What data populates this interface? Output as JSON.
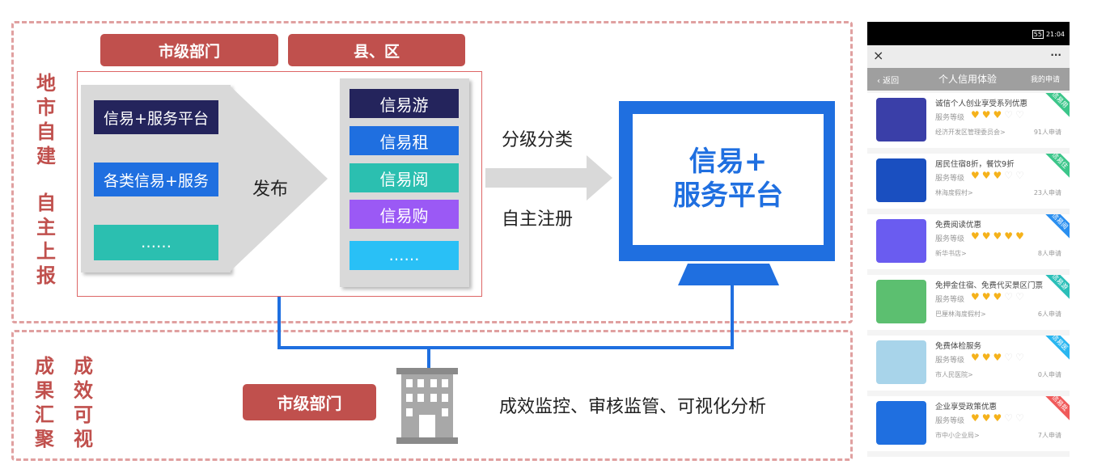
{
  "left_labels": {
    "self_build": [
      "地",
      "市",
      "自",
      "建"
    ],
    "self_report": [
      "自",
      "主",
      "上",
      "报"
    ],
    "gather": [
      "成",
      "果",
      "汇",
      "聚"
    ],
    "visible": [
      "成",
      "效",
      "可",
      "视"
    ]
  },
  "headers": {
    "city": "市级部门",
    "county": "县、区"
  },
  "left_items": [
    "信易+服务平台",
    "各类信易+服务",
    "……"
  ],
  "publish": "发布",
  "right_items": [
    "信易游",
    "信易租",
    "信易阅",
    "信易购",
    "……"
  ],
  "arrow": {
    "top": "分级分类",
    "bottom": "自主注册"
  },
  "monitor": {
    "line1": "信易+",
    "line2": "服务平台"
  },
  "bottom": {
    "dept": "市级部门",
    "desc": "成效监控、审核监管、可视化分析"
  },
  "colors": {
    "red": "#c0504d",
    "blue": "#1f6fe0",
    "navy": "#24245c",
    "teal": "#2bbfb0",
    "purple": "#9b59f5",
    "lightblue": "#29c0f6"
  },
  "phone": {
    "status_time": "21:04",
    "battery": "55",
    "close": "×",
    "more": "···",
    "back": "‹ 返回",
    "title": "个人信用体验",
    "my_apply": "我的申请",
    "cards": [
      {
        "title": "诚信个人创业享受系列优惠",
        "level": "服务等级",
        "hearts": 3,
        "source": "经济开发区管理委员会>",
        "count": "91人申请",
        "tag": "信易用",
        "tag_color": "#3cc68a"
      },
      {
        "title": "居民住宿8折，餐饮9折",
        "level": "服务等级",
        "hearts": 3,
        "source": "林海度假村>",
        "count": "23人申请",
        "tag": "信易住",
        "tag_color": "#3cc68a"
      },
      {
        "title": "免费阅读优惠",
        "level": "服务等级",
        "hearts": 5,
        "source": "新华书店>",
        "count": "8人申请",
        "tag": "信易阅",
        "tag_color": "#2a8ff0"
      },
      {
        "title": "免押金住宿、免费代买景区门票",
        "level": "服务等级",
        "hearts": 3,
        "source": "巴厘林海度假村>",
        "count": "6人申请",
        "tag": "信易游",
        "tag_color": "#2bbfb8"
      },
      {
        "title": "免费体检服务",
        "level": "服务等级",
        "hearts": 3,
        "source": "市人民医院>",
        "count": "0人申请",
        "tag": "信易医",
        "tag_color": "#29b6f0"
      },
      {
        "title": "企业享受政策优惠",
        "level": "服务等级",
        "hearts": 3,
        "source": "市中小企业局>",
        "count": "7人申请",
        "tag": "信易批",
        "tag_color": "#f05a5a"
      }
    ]
  }
}
